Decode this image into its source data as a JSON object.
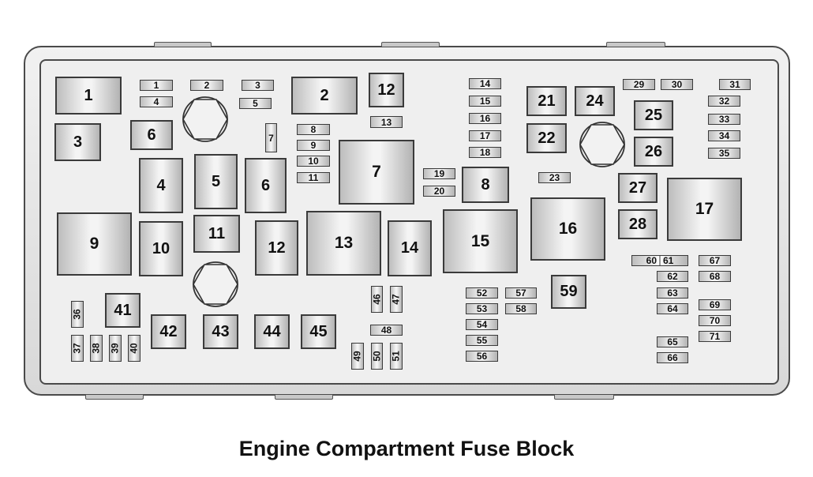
{
  "caption": "Engine Compartment Fuse Block",
  "relays": {
    "r1": "1",
    "r2": "2",
    "r3": "3",
    "r4": "4",
    "r5": "5",
    "r6a": "6",
    "r6b": "6",
    "r7": "7",
    "r8": "8",
    "r9": "9",
    "r10": "10",
    "r11": "11",
    "r12a": "12",
    "r12b": "12",
    "r13": "13",
    "r14": "14",
    "r15": "15",
    "r16": "16",
    "r17": "17",
    "r21": "21",
    "r22": "22",
    "r24": "24",
    "r25": "25",
    "r26": "26",
    "r27": "27",
    "r28": "28",
    "r41": "41",
    "r42": "42",
    "r43": "43",
    "r44": "44",
    "r45": "45",
    "r59": "59"
  },
  "fuses": {
    "f1": "1",
    "f2": "2",
    "f3": "3",
    "f4": "4",
    "f5": "5",
    "f7": "7",
    "f8": "8",
    "f9": "9",
    "f10": "10",
    "f11": "11",
    "f13": "13",
    "f14": "14",
    "f15": "15",
    "f16": "16",
    "f17": "17",
    "f18": "18",
    "f19": "19",
    "f20": "20",
    "f23": "23",
    "f29": "29",
    "f30": "30",
    "f31": "31",
    "f32": "32",
    "f33": "33",
    "f34": "34",
    "f35": "35",
    "f36": "36",
    "f37": "37",
    "f38": "38",
    "f39": "39",
    "f40": "40",
    "f46": "46",
    "f47": "47",
    "f48": "48",
    "f49": "49",
    "f50": "50",
    "f51": "51",
    "f52": "52",
    "f53": "53",
    "f54": "54",
    "f55": "55",
    "f56": "56",
    "f57": "57",
    "f58": "58",
    "f60": "60",
    "f61": "61",
    "f62": "62",
    "f63": "63",
    "f64": "64",
    "f65": "65",
    "f66": "66",
    "f67": "67",
    "f68": "68",
    "f69": "69",
    "f70": "70",
    "f71": "71"
  },
  "colors": {
    "outline": "#3a3a3a",
    "fill_light": "#f4f4f4",
    "fill_dark": "#b3b3b3",
    "panel": "#efefef"
  }
}
